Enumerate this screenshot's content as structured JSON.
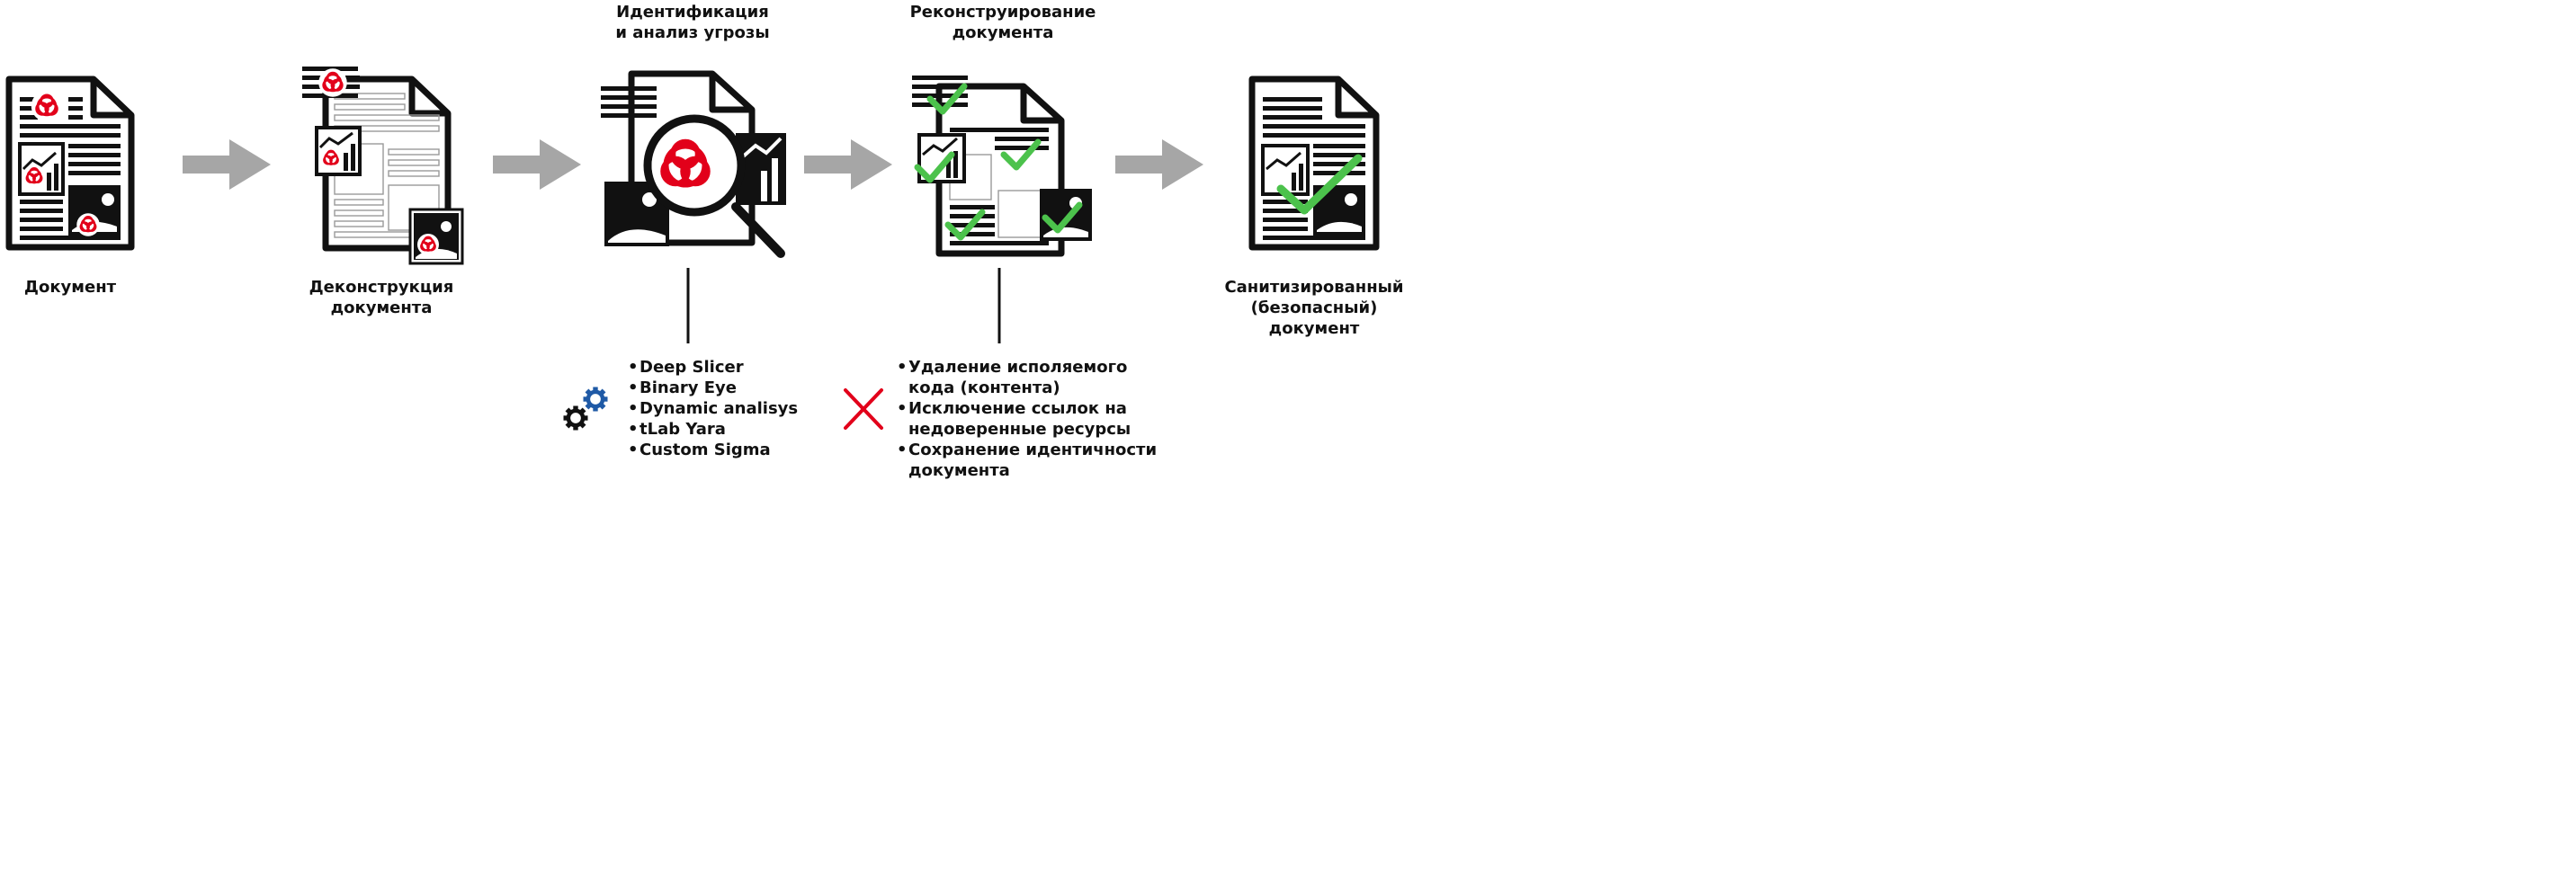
{
  "steps": [
    {
      "label": "Документ"
    },
    {
      "label_lines": [
        "Деконструкция",
        "документа"
      ]
    },
    {
      "title_lines": [
        "Идентификация",
        "и анализ угрозы"
      ]
    },
    {
      "title_lines": [
        "Реконструирование",
        "документа"
      ]
    },
    {
      "label_lines": [
        "Санитизированный",
        "(безопасный)",
        "документ"
      ]
    }
  ],
  "analysis_tools": [
    "Deep Slicer",
    "Binary Eye",
    "Dynamic analisys",
    "tLab Yara",
    "Custom Sigma"
  ],
  "reconstruction_actions": [
    [
      "Удаление исполяемого",
      "кода (контента)"
    ],
    [
      "Исключение ссылок на",
      "недоверенные ресурсы"
    ],
    [
      "Сохранение идентичности",
      "документа"
    ]
  ],
  "icons": {
    "threat": "biohazard-icon",
    "safe": "checkmark-icon",
    "tools": "gears-icon",
    "removed": "cross-icon"
  },
  "colors": {
    "threat": "#e2001a",
    "safe": "#4cc24c",
    "arrow": "#a6a6a6",
    "gear_blue": "#1f5aa6",
    "cross": "#e2001a"
  }
}
